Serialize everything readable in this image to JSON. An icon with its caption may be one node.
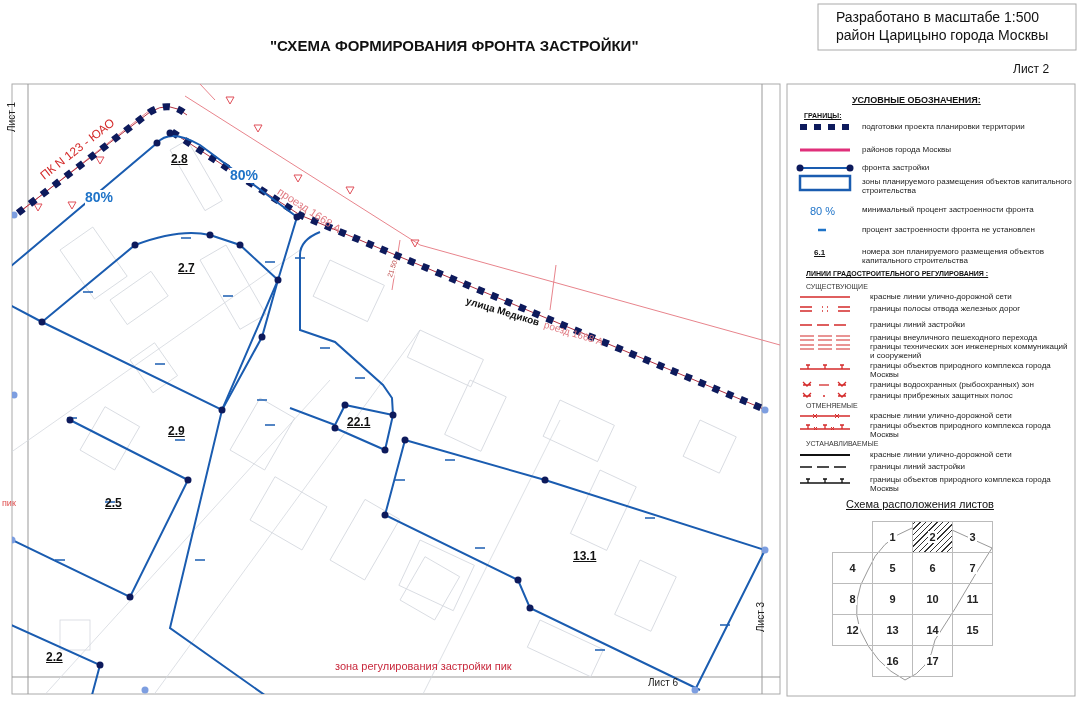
{
  "diagram": {
    "title": "\"СХЕМА ФОРМИРОВАНИЯ ФРОНТА ЗАСТРОЙКИ\"",
    "nodes": [
      {
        "text": [
          "1"
        ]
      },
      {
        "text": [
          "2"
        ]
      },
      {
        "text": [
          "3"
        ]
      },
      {
        "text": [
          "4"
        ]
      },
      {
        "text": [
          "5"
        ]
      },
      {
        "text": [
          "6"
        ]
      },
      {
        "text": [
          "7"
        ]
      },
      {
        "text": [
          "8"
        ]
      },
      {
        "text": [
          "9"
        ]
      },
      {
        "text": [
          "10"
        ]
      },
      {
        "text": [
          "11"
        ]
      },
      {
        "text": [
          "12"
        ]
      },
      {
        "text": [
          "13"
        ]
      },
      {
        "text": [
          "14"
        ]
      },
      {
        "text": [
          "15"
        ]
      },
      {
        "text": [
          "16"
        ]
      },
      {
        "text": [
          "17"
        ]
      }
    ],
    "labels": [
      "Разработано в масштабе 1:500",
      "район Царицыно города Москвы",
      "Лист 2",
      "Лист 1",
      "ПК N 123 - ЮАО",
      "80%",
      "2.8",
      "80%",
      "проезд 1668 А",
      "21.50",
      "улица Медиков",
      "роезд 1668 А",
      "2.7",
      "2.9",
      "22.1",
      "пик",
      "2.5",
      "13.1",
      "2.2",
      "зона регулирования застройки пик",
      "Лист 3",
      "Лист 6",
      "УСЛОВНЫЕ ОБОЗНАЧЕНИЯ:",
      "ГРАНИЦЫ:",
      "80 %",
      "6.1",
      "ЛИНИИ ГРАДОСТРОИТЕЛЬНОГО РЕГУЛИРОВАНИЯ :",
      "СУЩЕСТВУЮЩИЕ",
      "ОТМЕНЯЕМЫЕ",
      "УСТАНАВЛИВАЕМЫЕ",
      "Схема расположения листов"
    ],
    "legend": [
      {
        "text": "подготовки проекта планировки территории"
      },
      {
        "text": "районов города Москвы"
      },
      {
        "text": "фронта застройки"
      },
      {
        "text": "зоны планируемого размещения объектов капитального строительства"
      },
      {
        "text": "минимальный процент застроенности фронта"
      },
      {
        "text": "процент застроенности фронта не установлен"
      },
      {
        "text": "номера зон планируемого размещения объектов капитального строительства"
      },
      {
        "text": "красные линии улично-дорожной сети"
      },
      {
        "text": "границы полосы отвода железных дорог"
      },
      {
        "text": "границы линий застройки"
      },
      {
        "text": "границы внеуличного пешеходного перехода"
      },
      {
        "text": "границы технических зон инженерных коммуникаций и сооружений"
      },
      {
        "text": "границы объектов природного комплекса города Москвы"
      },
      {
        "text": "границы водоохранных (рыбоохранных) зон"
      },
      {
        "text": "границы прибрежных защитных полос"
      },
      {
        "text": "красные линии улично-дорожной сети"
      },
      {
        "text": "границы объектов природного комплекса города Москвы"
      },
      {
        "text": "красные линии улично-дорожной сети"
      },
      {
        "text": "границы линий застройки"
      },
      {
        "text": "границы объектов природного комплекса города Москвы"
      }
    ]
  }
}
